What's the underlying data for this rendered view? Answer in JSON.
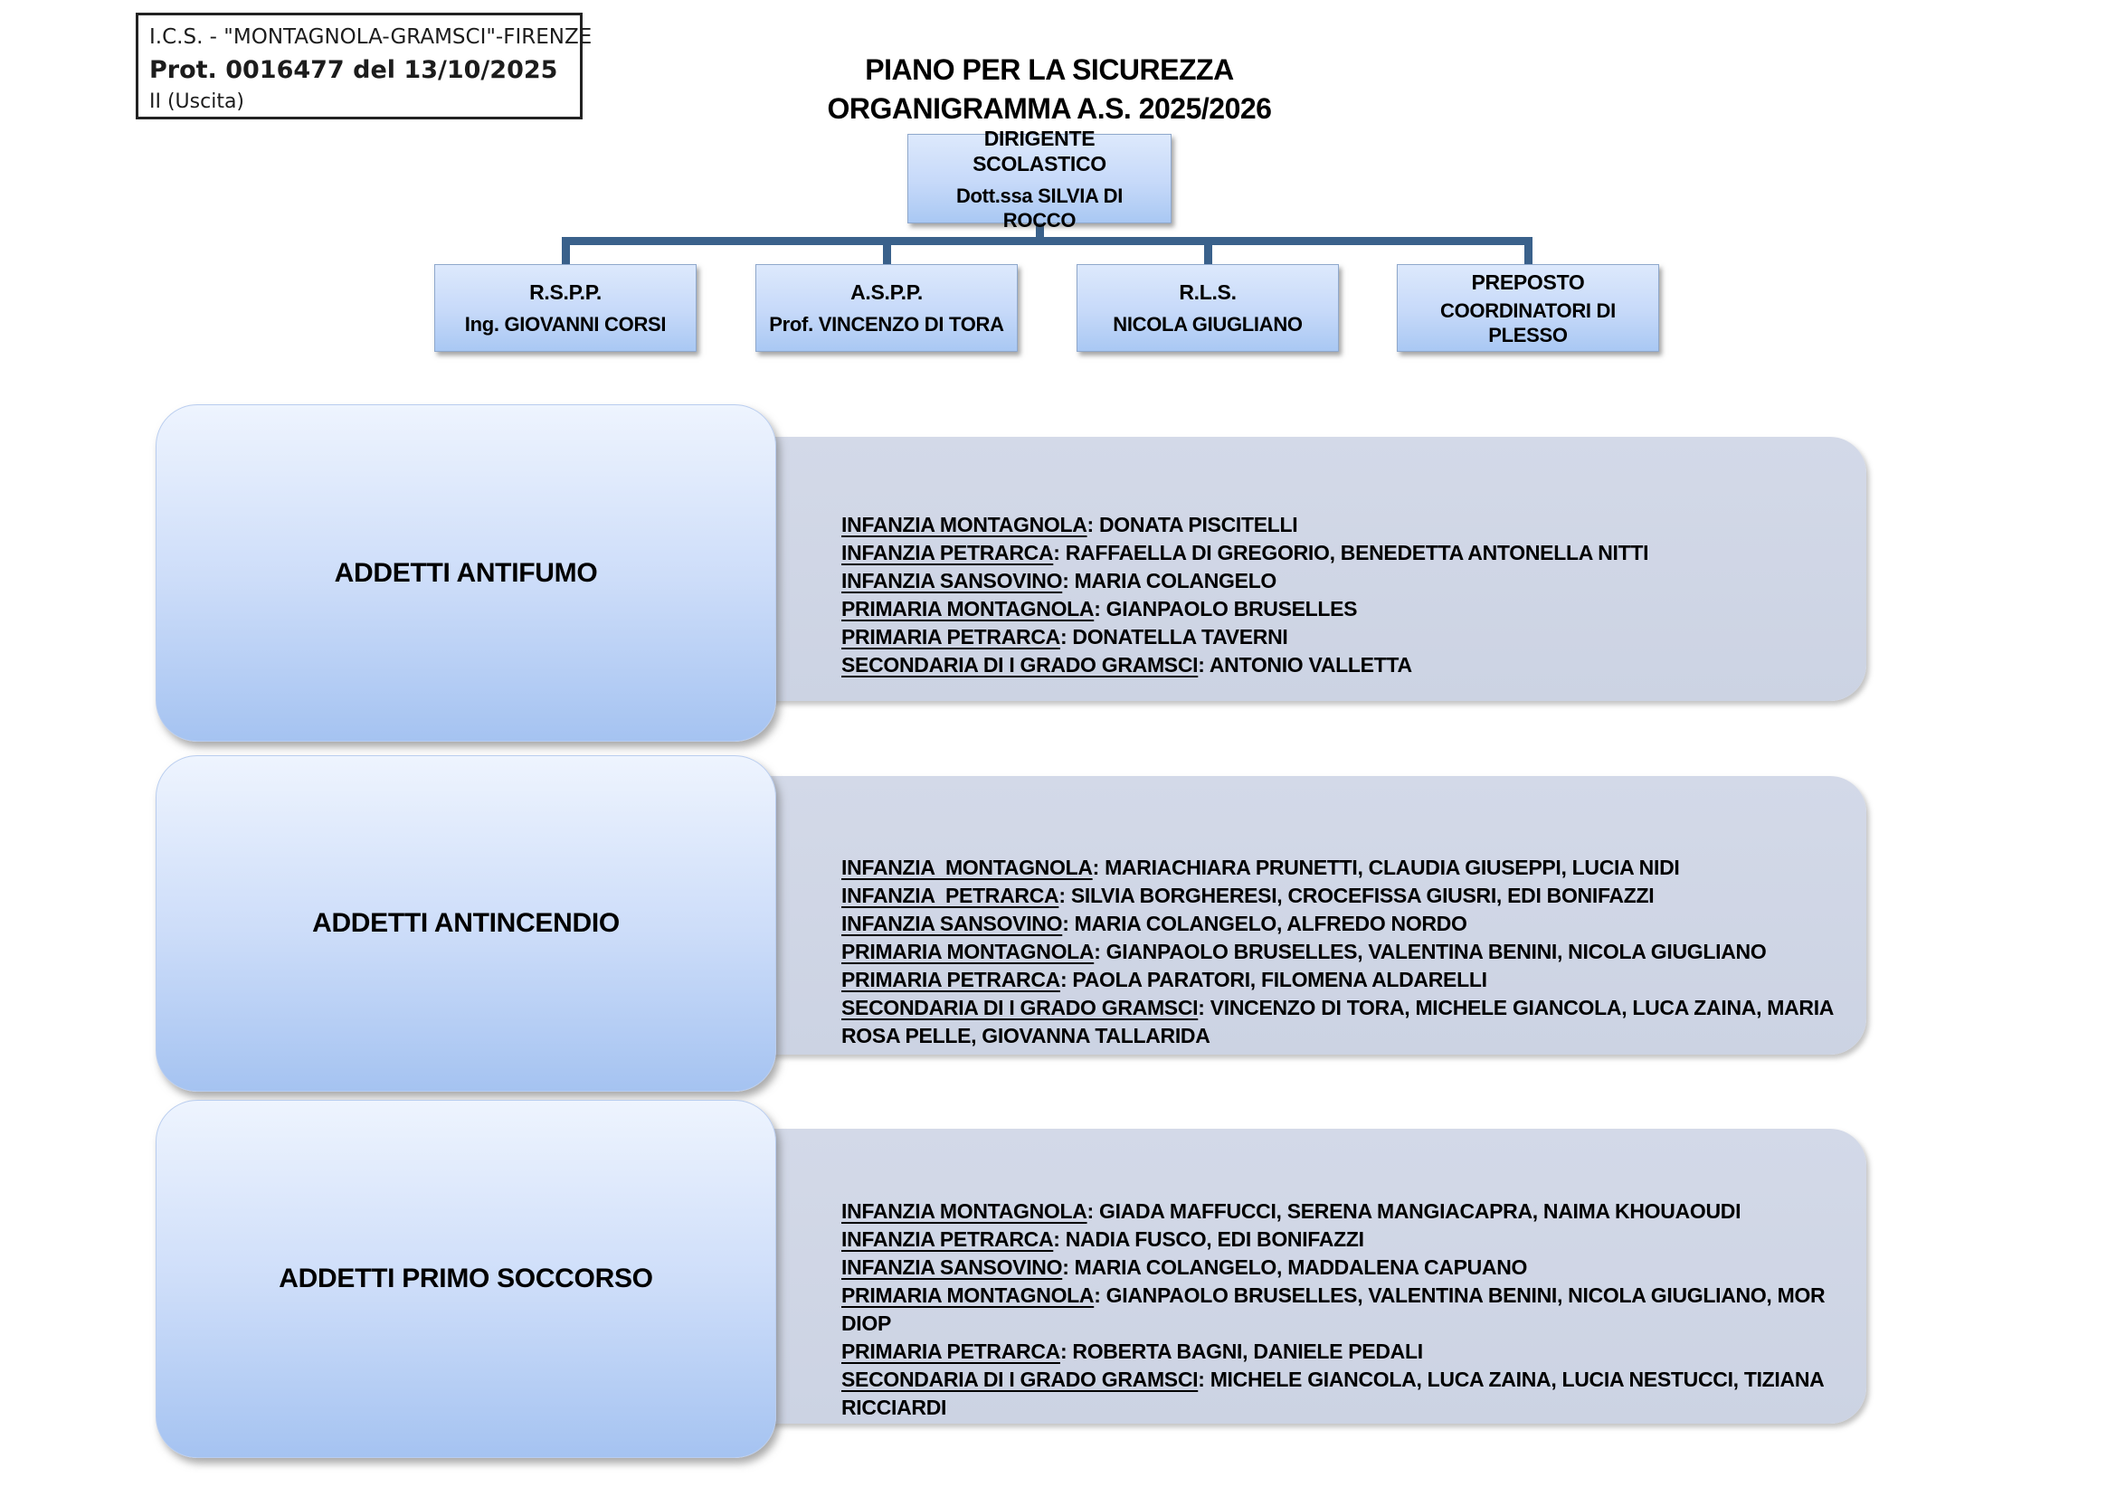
{
  "ui": {
    "separator": ": "
  },
  "colors": {
    "connector": "#3A618B",
    "node_border": "#8FA8CC",
    "node_gradient_top": "#DDE9FC",
    "node_gradient_bottom": "#A9C8F3",
    "bigbox_gradient_top": "#EEF4FE",
    "bigbox_gradient_bottom": "#A5C3F1",
    "panel_background": "#CED5E5",
    "text": "#000000"
  },
  "stamp": {
    "line1": "I.C.S. - \"MONTAGNOLA-GRAMSCI\"-FIRENZE",
    "line2": "Prot. 0016477 del 13/10/2025",
    "line3": "II (Uscita)"
  },
  "title": {
    "line1": "PIANO PER LA SICUREZZA",
    "line2": "ORGANIGRAMMA A.S. 2025/2026"
  },
  "org": {
    "root": {
      "role": "DIRIGENTE SCOLASTICO",
      "name": "Dott.ssa SILVIA DI ROCCO"
    },
    "children": [
      {
        "role": "R.S.P.P.",
        "name": "Ing. GIOVANNI CORSI"
      },
      {
        "role": "A.S.P.P.",
        "name": "Prof. VINCENZO DI TORA"
      },
      {
        "role": "R.L.S.",
        "name": "NICOLA GIUGLIANO"
      },
      {
        "role": "PREPOSTO",
        "name": "COORDINATORI DI PLESSO"
      }
    ]
  },
  "sections": [
    {
      "label": "ADDETTI ANTIFUMO",
      "entries": [
        {
          "school": "INFANZIA MONTAGNOLA",
          "names": "DONATA PISCITELLI"
        },
        {
          "school": "INFANZIA PETRARCA",
          "names": "RAFFAELLA DI GREGORIO, BENEDETTA ANTONELLA NITTI"
        },
        {
          "school": "INFANZIA SANSOVINO",
          "names": "MARIA COLANGELO"
        },
        {
          "school": "PRIMARIA MONTAGNOLA",
          "names": "GIANPAOLO BRUSELLES"
        },
        {
          "school": "PRIMARIA PETRARCA",
          "names": "DONATELLA TAVERNI"
        },
        {
          "school": "SECONDARIA DI I GRADO GRAMSCI",
          "names": "ANTONIO VALLETTA"
        }
      ]
    },
    {
      "label": "ADDETTI ANTINCENDIO",
      "entries": [
        {
          "school": "INFANZIA  MONTAGNOLA",
          "names": "MARIACHIARA PRUNETTI, CLAUDIA GIUSEPPI, LUCIA NIDI"
        },
        {
          "school": "INFANZIA  PETRARCA",
          "names": "SILVIA BORGHERESI, CROCEFISSA GIUSRI, EDI BONIFAZZI"
        },
        {
          "school": "INFANZIA SANSOVINO",
          "names": "MARIA COLANGELO, ALFREDO NORDO"
        },
        {
          "school": "PRIMARIA MONTAGNOLA",
          "names": "GIANPAOLO BRUSELLES, VALENTINA BENINI, NICOLA GIUGLIANO"
        },
        {
          "school": "PRIMARIA PETRARCA",
          "names": "PAOLA PARATORI, FILOMENA ALDARELLI"
        },
        {
          "school": "SECONDARIA DI I GRADO GRAMSCI",
          "names": "VINCENZO DI TORA, MICHELE GIANCOLA, LUCA ZAINA, MARIA ROSA PELLE, GIOVANNA TALLARIDA"
        }
      ]
    },
    {
      "label": "ADDETTI PRIMO SOCCORSO",
      "entries": [
        {
          "school": "INFANZIA MONTAGNOLA",
          "names": "GIADA MAFFUCCI, SERENA MANGIACAPRA, NAIMA KHOUAOUDI"
        },
        {
          "school": "INFANZIA PETRARCA",
          "names": "NADIA FUSCO, EDI BONIFAZZI"
        },
        {
          "school": "INFANZIA SANSOVINO",
          "names": "MARIA COLANGELO, MADDALENA CAPUANO"
        },
        {
          "school": "PRIMARIA MONTAGNOLA",
          "names": "GIANPAOLO BRUSELLES, VALENTINA BENINI, NICOLA GIUGLIANO, MOR DIOP"
        },
        {
          "school": "PRIMARIA PETRARCA",
          "names": "ROBERTA BAGNI, DANIELE PEDALI"
        },
        {
          "school": "SECONDARIA DI I GRADO GRAMSCI",
          "names": "MICHELE GIANCOLA, LUCA ZAINA, LUCIA NESTUCCI, TIZIANA RICCIARDI"
        }
      ]
    }
  ]
}
